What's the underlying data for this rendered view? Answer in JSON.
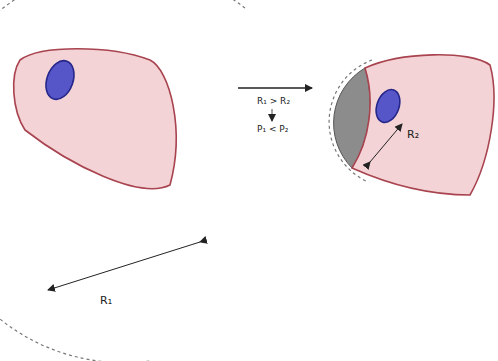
{
  "diagram": {
    "labels": [
      "R₁ > R₂",
      "P₁ < P₂",
      "R₂",
      "R₁"
    ]
  }
}
